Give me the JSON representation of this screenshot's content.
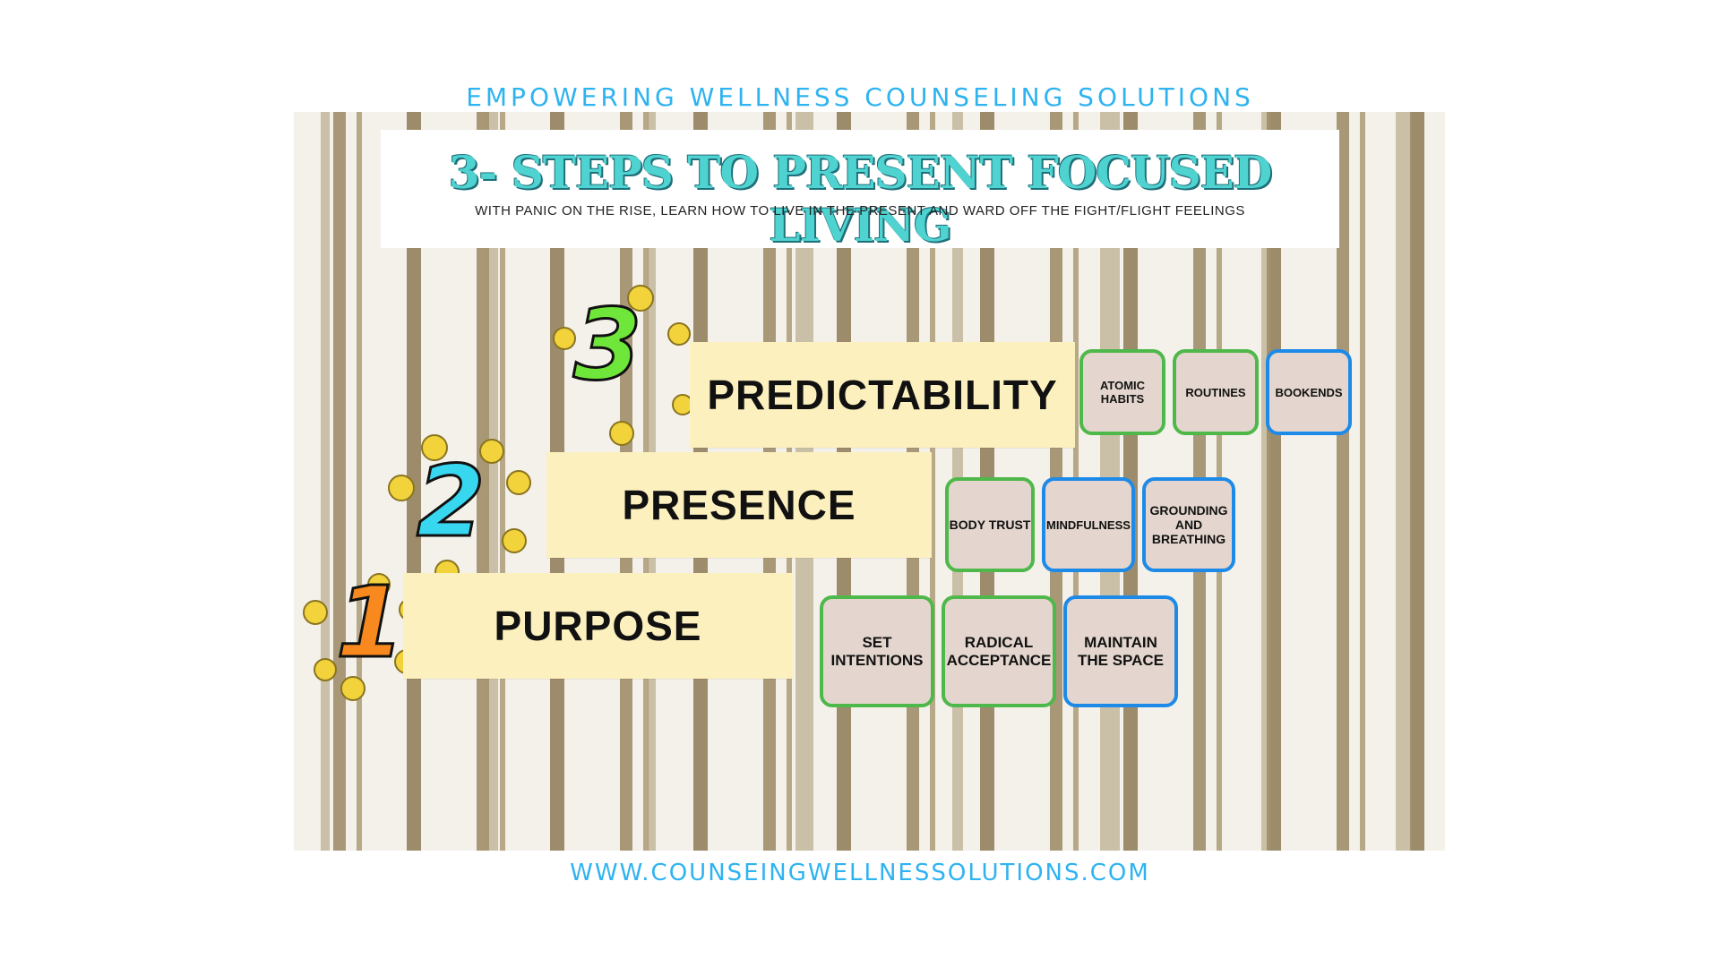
{
  "brand": "EMPOWERING WELLNESS COUNSELING SOLUTIONS",
  "title": "3- STEPS TO PRESENT FOCUSED LIVING",
  "subtitle": "WITH PANIC ON THE RISE, LEARN HOW TO LIVE IN THE PRESENT AND WARD OFF THE FIGHT/FLIGHT FEELINGS",
  "steps": [
    {
      "number": "3",
      "label": "PREDICTABILITY",
      "number_color": "#6fe63a",
      "cards": [
        "ATOMIC HABITS",
        "ROUTINES",
        "BOOKENDS"
      ]
    },
    {
      "number": "2",
      "label": "PRESENCE",
      "number_color": "#38d7f0",
      "cards": [
        "BODY TRUST",
        "MINDFULNESS",
        "GROUNDING AND BREATHING"
      ]
    },
    {
      "number": "1",
      "label": "PURPOSE",
      "number_color": "#f7891f",
      "cards": [
        "SET INTENTIONS",
        "RADICAL ACCEPTANCE",
        "MAINTAIN THE SPACE"
      ]
    }
  ],
  "footer_url": "WWW.COUNSEINGWELLNESSOLUTIONS.COM",
  "colors": {
    "accent_blue": "#2fb3f0",
    "title_teal": "#4fd3d0",
    "bar_yellow": "#fdf0bf",
    "card_bg": "#e4d6ce",
    "card_green": "#4fb84a",
    "card_blue": "#1e8ae8"
  }
}
